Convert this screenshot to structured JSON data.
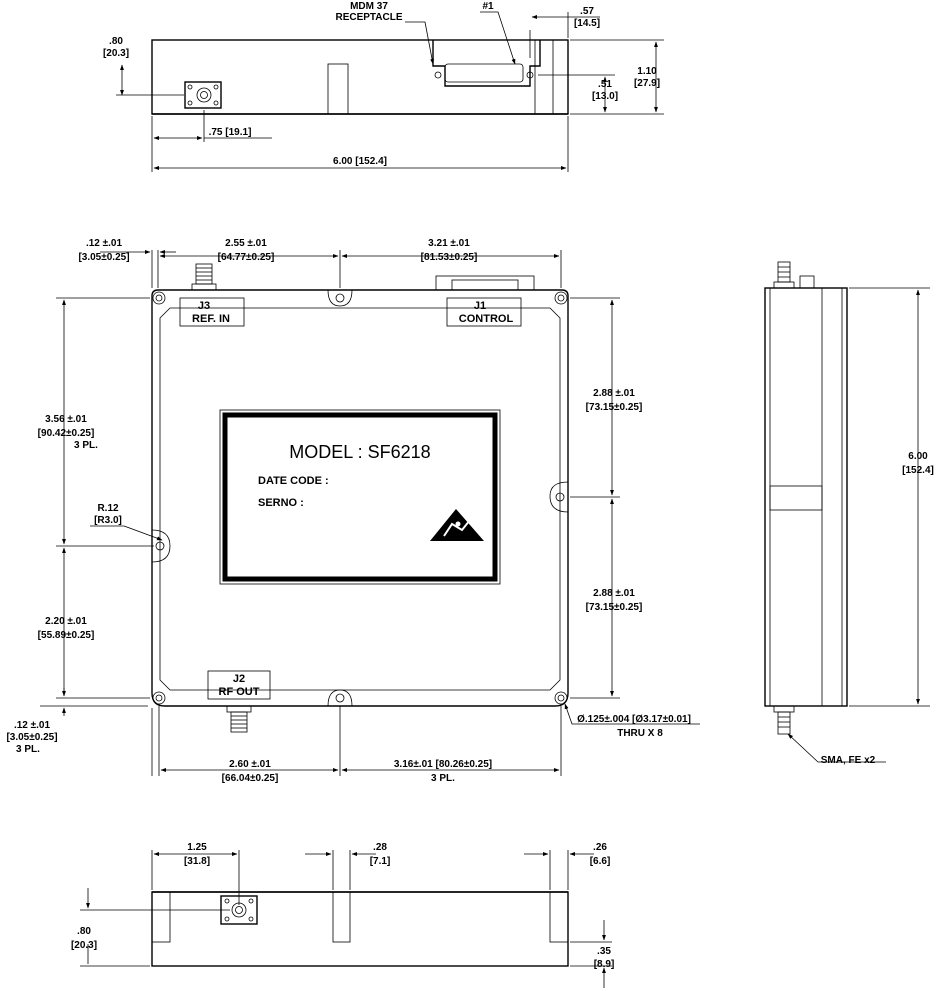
{
  "top_view": {
    "connector_label_1": "MDM 37",
    "connector_label_2": "RECEPTACLE",
    "pin_label": "#1",
    "dim_057_in": ".57",
    "dim_057_mm": "[14.5]",
    "dim_080_in": ".80",
    "dim_080_mm": "[20.3]",
    "dim_110_in": "1.10",
    "dim_110_mm": "[27.9]",
    "dim_051_in": ".51",
    "dim_051_mm": "[13.0]",
    "dim_075": ".75 [19.1]",
    "dim_600": "6.00 [152.4]"
  },
  "front_view": {
    "dim_012_top_in": ".12 ±.01",
    "dim_012_top_mm": "[3.05±0.25]",
    "dim_255_in": "2.55 ±.01",
    "dim_255_mm": "[64.77±0.25]",
    "dim_321_in": "3.21 ±.01",
    "dim_321_mm": "[81.53±0.25]",
    "j3_name": "J3",
    "j3_desc": "REF. IN",
    "j1_name": "J1",
    "j1_desc": "CONTROL",
    "j2_name": "J2",
    "j2_desc": "RF OUT",
    "dim_356_in": "3.56 ±.01",
    "dim_356_mm": "[90.42±0.25]",
    "dim_356_pl": "3 PL.",
    "radius_in": "R.12",
    "radius_mm": "[R3.0]",
    "dim_220_in": "2.20 ±.01",
    "dim_220_mm": "[55.89±0.25]",
    "dim_012_bot_in": ".12 ±.01",
    "dim_012_bot_mm": "[3.05±0.25]",
    "dim_012_bot_pl": "3 PL.",
    "dim_288a_in": "2.88 ±.01",
    "dim_288a_mm": "[73.15±0.25]",
    "dim_288b_in": "2.88 ±.01",
    "dim_288b_mm": "[73.15±0.25]",
    "hole_spec": "Ø.125±.004 [Ø3.17±0.01]",
    "hole_thru": "THRU X 8",
    "dim_260_in": "2.60 ±.01",
    "dim_260_mm": "[66.04±0.25]",
    "dim_316": "3.16±.01 [80.26±0.25]",
    "dim_316_pl": "3 PL.",
    "label_model": "MODEL : SF6218",
    "label_date": "DATE CODE :",
    "label_serno": "SERNO :"
  },
  "side_view": {
    "dim_600_in": "6.00",
    "dim_600_mm": "[152.4]",
    "sma_note": "SMA, FE x2"
  },
  "bottom_view": {
    "dim_125_in": "1.25",
    "dim_125_mm": "[31.8]",
    "dim_028_in": ".28",
    "dim_028_mm": "[7.1]",
    "dim_026_in": ".26",
    "dim_026_mm": "[6.6]",
    "dim_080_in": ".80",
    "dim_080_mm": "[20.3]",
    "dim_035_in": ".35",
    "dim_035_mm": "[8.9]"
  }
}
